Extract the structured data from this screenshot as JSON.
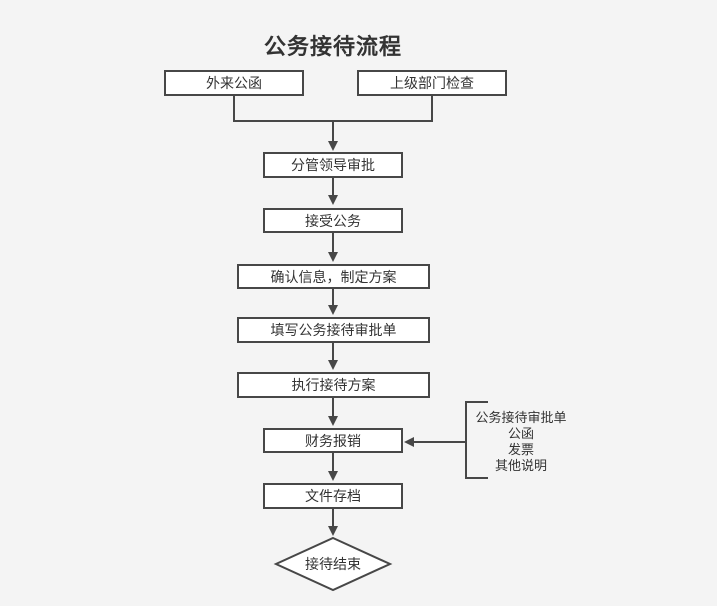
{
  "title": "公务接待流程",
  "colors": {
    "background": "#f4f4f4",
    "node_fill": "#ffffff",
    "stroke": "#474747",
    "text": "#333333"
  },
  "nodes": [
    {
      "id": "external-letter",
      "label": "外来公函"
    },
    {
      "id": "superior-inspection",
      "label": "上级部门检查"
    },
    {
      "id": "leader-approval",
      "label": "分管领导审批"
    },
    {
      "id": "accept-business",
      "label": "接受公务"
    },
    {
      "id": "confirm-info",
      "label": "确认信息，制定方案"
    },
    {
      "id": "fill-approval-form",
      "label": "填写公务接待审批单"
    },
    {
      "id": "execute-plan",
      "label": "执行接待方案"
    },
    {
      "id": "finance-reimburse",
      "label": "财务报销"
    },
    {
      "id": "file-archive",
      "label": "文件存档"
    },
    {
      "id": "reception-end",
      "label": "接待结束"
    }
  ],
  "side_note": {
    "lines": [
      "公务接待审批单",
      "公函",
      "发票",
      "其他说明"
    ]
  }
}
